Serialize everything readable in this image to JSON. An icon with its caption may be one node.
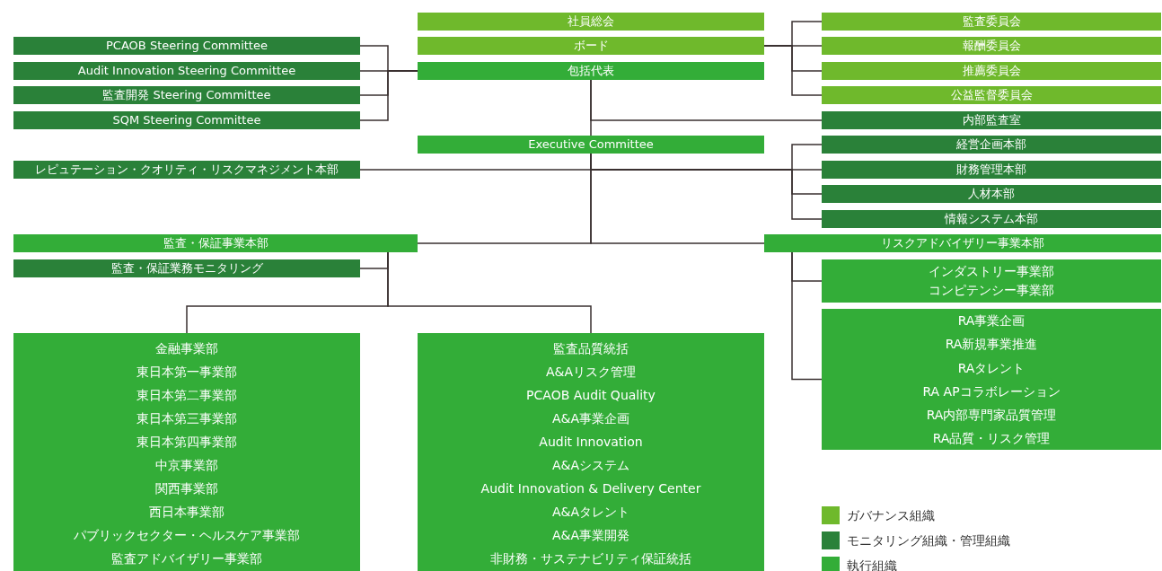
{
  "diagram": {
    "nodes": [
      {
        "text": [
          "社員総会"
        ]
      },
      {
        "text": [
          "ボード"
        ]
      },
      {
        "text": [
          "包括代表"
        ]
      },
      {
        "text": [
          "監査委員会"
        ]
      },
      {
        "text": [
          "報酬委員会"
        ]
      },
      {
        "text": [
          "推薦委員会"
        ]
      },
      {
        "text": [
          "公益監督委員会"
        ]
      },
      {
        "text": [
          "PCAOB Steering Committee"
        ]
      },
      {
        "text": [
          "Audit Innovation Steering Committee"
        ]
      },
      {
        "text": [
          "監査開発 Steering Committee"
        ]
      },
      {
        "text": [
          "SQM Steering Committee"
        ]
      },
      {
        "text": [
          "内部監査室"
        ]
      },
      {
        "text": [
          "Executive Committee"
        ]
      },
      {
        "text": [
          "経営企画本部"
        ]
      },
      {
        "text": [
          "財務管理本部"
        ]
      },
      {
        "text": [
          "人材本部"
        ]
      },
      {
        "text": [
          "情報システム本部"
        ]
      },
      {
        "text": [
          "レピュテーション・クオリティ・リスクマネジメント本部"
        ]
      },
      {
        "text": [
          "監査・保証事業本部"
        ]
      },
      {
        "text": [
          "リスクアドバイザリー事業本部"
        ]
      },
      {
        "text": [
          "監査・保証業務モニタリング"
        ]
      },
      {
        "text": [
          "インダストリー事業部",
          "コンピテンシー事業部"
        ]
      },
      {
        "text": [
          "RA事業企画",
          "RA新規事業推進",
          "RAタレント",
          "RA APコラボレーション",
          "RA内部専門家品質管理",
          "RA品質・リスク管理"
        ]
      },
      {
        "text": [
          "金融事業部",
          "東日本第一事業部",
          "東日本第二事業部",
          "東日本第三事業部",
          "東日本第四事業部",
          "中京事業部",
          "関西事業部",
          "西日本事業部",
          "パブリックセクター・ヘルスケア事業部",
          "監査アドバイザリー事業部"
        ]
      },
      {
        "text": [
          "監査品質統括",
          "A&Aリスク管理",
          "PCAOB Audit Quality",
          "A&A事業企画",
          "Audit Innovation",
          "A&Aシステム",
          "Audit Innovation & Delivery Center",
          "A&Aタレント",
          "A&A事業開発",
          "非財務・サステナビリティ保証統括"
        ]
      }
    ],
    "edges": [
      {
        "from": 1,
        "to": 3,
        "arrow": "none"
      },
      {
        "from": 1,
        "to": 4,
        "arrow": "none"
      },
      {
        "from": 1,
        "to": 5,
        "arrow": "none"
      },
      {
        "from": 1,
        "to": 6,
        "arrow": "none"
      },
      {
        "from": 7,
        "to": 2,
        "arrow": "none"
      },
      {
        "from": 8,
        "to": 2,
        "arrow": "none"
      },
      {
        "from": 9,
        "to": 2,
        "arrow": "none"
      },
      {
        "from": 10,
        "to": 2,
        "arrow": "none"
      },
      {
        "from": 2,
        "to": 11,
        "arrow": "none"
      },
      {
        "from": 2,
        "to": 12,
        "arrow": "none"
      },
      {
        "from": 12,
        "to": 17,
        "arrow": "none"
      },
      {
        "from": 12,
        "to": 13,
        "arrow": "none"
      },
      {
        "from": 12,
        "to": 14,
        "arrow": "none"
      },
      {
        "from": 12,
        "to": 15,
        "arrow": "none"
      },
      {
        "from": 12,
        "to": 16,
        "arrow": "none"
      },
      {
        "from": 12,
        "to": 18,
        "arrow": "none"
      },
      {
        "from": 12,
        "to": 19,
        "arrow": "none"
      },
      {
        "from": 18,
        "to": 20,
        "arrow": "none"
      },
      {
        "from": 18,
        "to": 23,
        "arrow": "none"
      },
      {
        "from": 18,
        "to": 24,
        "arrow": "none"
      },
      {
        "from": 19,
        "to": 21,
        "arrow": "none"
      },
      {
        "from": 19,
        "to": 22,
        "arrow": "none"
      }
    ],
    "legend": [
      {
        "text": "ガバナンス組織",
        "color": "#6fb92c"
      },
      {
        "text": "モニタリング組織・管理組織",
        "color": "#2a8139"
      },
      {
        "text": "執行組織",
        "color": "#33ad38"
      }
    ]
  }
}
